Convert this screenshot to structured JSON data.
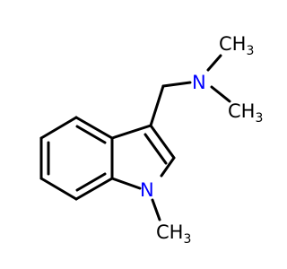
{
  "structure": {
    "atoms": {
      "n_amine": "N",
      "ch3_top": {
        "main": "CH",
        "sub": "3"
      },
      "ch3_right": {
        "main": "CH",
        "sub": "3"
      },
      "n_indole": "N",
      "ch3_bottom": {
        "main": "CH",
        "sub": "3"
      }
    }
  },
  "colors": {
    "bond": "#000000",
    "nitrogen": "#0000ff",
    "carbon_label": "#000000",
    "background": "#ffffff"
  }
}
